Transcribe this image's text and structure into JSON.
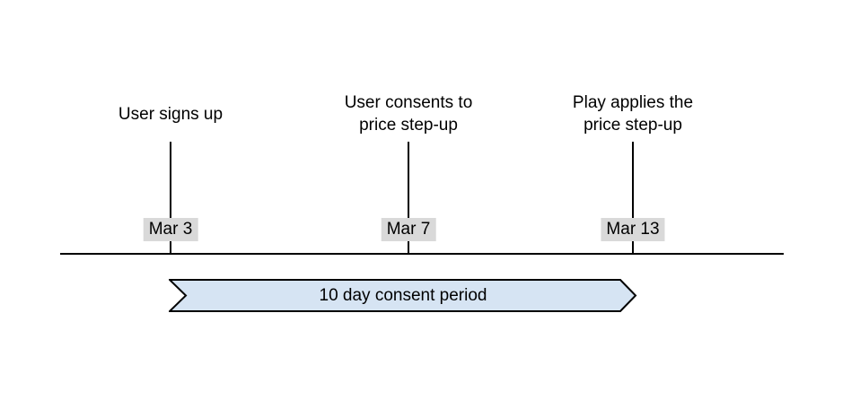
{
  "diagram": {
    "type": "timeline",
    "events": [
      {
        "label": "User signs up",
        "date": "Mar 3"
      },
      {
        "label": "User consents to\nprice step-up",
        "date": "Mar 7"
      },
      {
        "label": "Play applies the\nprice step-up",
        "date": "Mar 13"
      }
    ],
    "banner": {
      "label": "10 day consent period"
    },
    "colors": {
      "line": "#000000",
      "text": "#000000",
      "date_badge_bg": "#d9d9d9",
      "banner_fill": "#d6e4f3",
      "banner_border": "#000000"
    }
  }
}
